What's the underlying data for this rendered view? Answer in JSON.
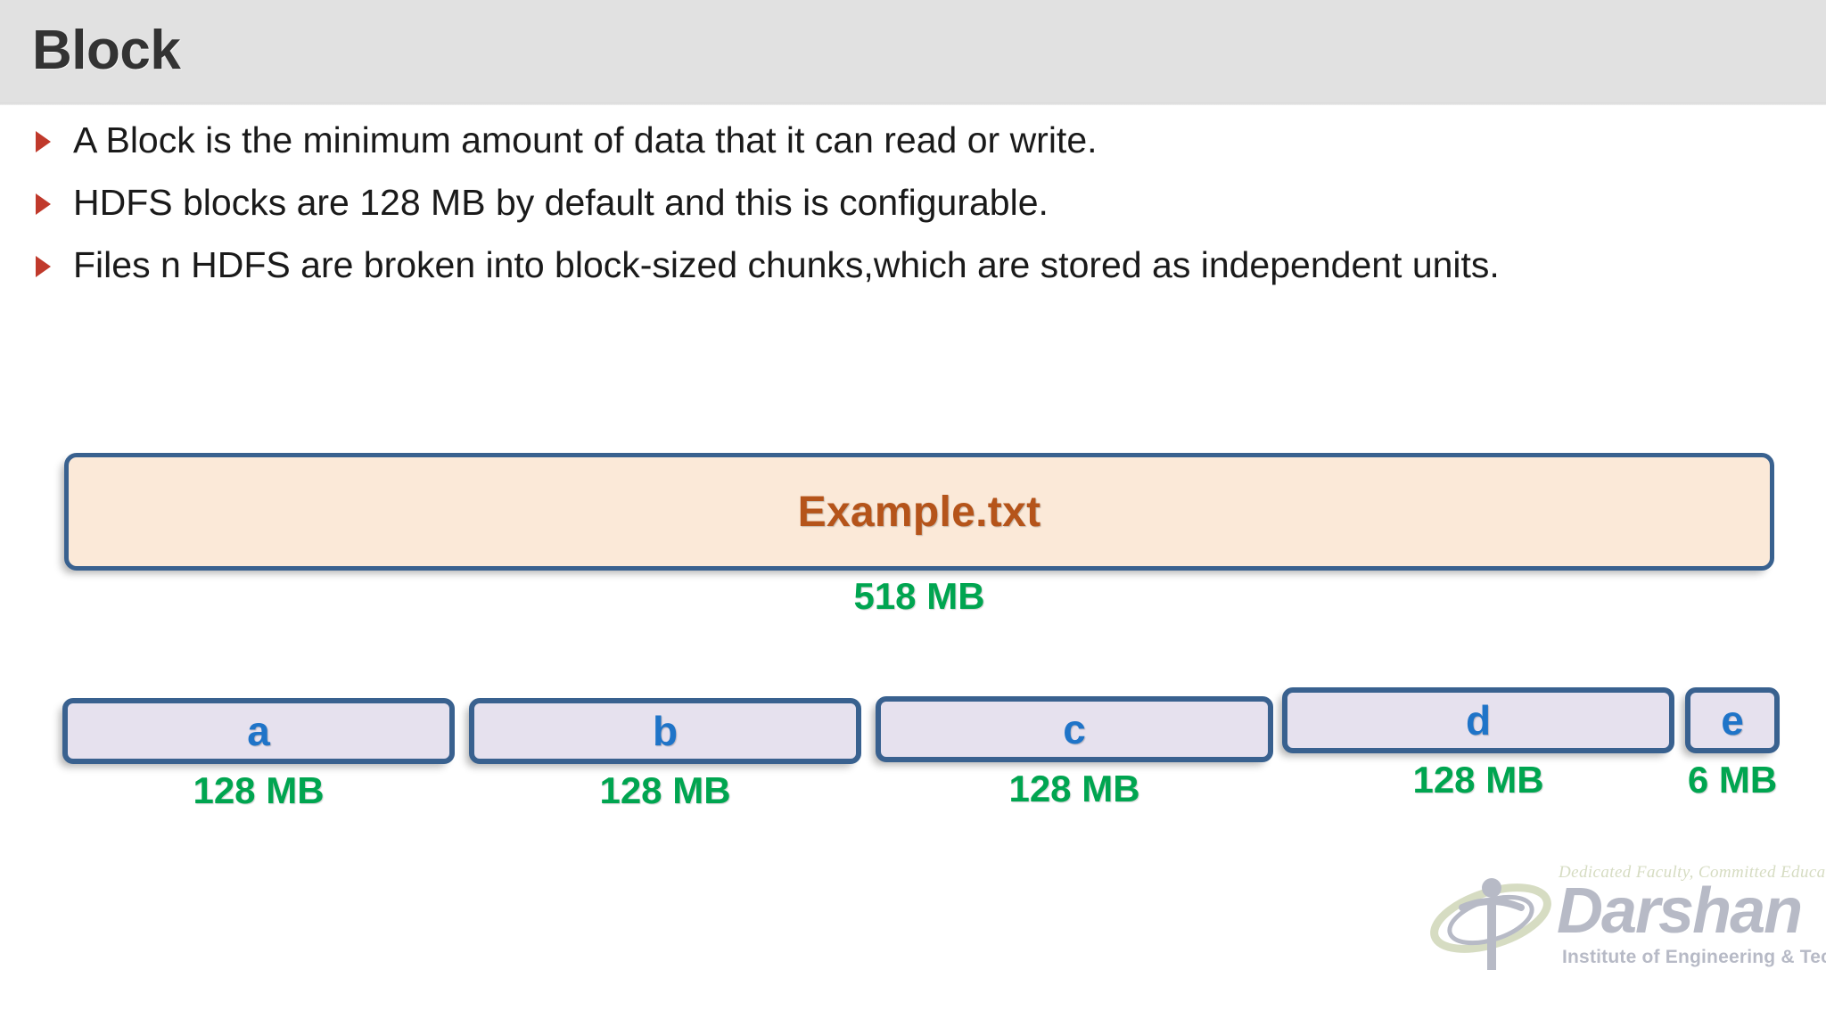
{
  "header": {
    "title": "Block"
  },
  "bullets": [
    {
      "marker": "triangle-right-icon",
      "text": "A Block is the minimum amount of data that it can read or write.",
      "justify": false
    },
    {
      "marker": "triangle-right-icon",
      "text": "HDFS blocks are 128 MB by default and this is configurable.",
      "justify": false
    },
    {
      "marker": "triangle-right-icon",
      "text": "Files n HDFS are broken into block-sized chunks,which are stored as independent units.",
      "justify": true
    }
  ],
  "diagram": {
    "file": {
      "name": "Example.txt",
      "size": "518 MB"
    },
    "chunks": [
      {
        "letter": "a",
        "size": "128 MB"
      },
      {
        "letter": "b",
        "size": "128 MB"
      },
      {
        "letter": "c",
        "size": "128 MB"
      },
      {
        "letter": "d",
        "size": "128 MB"
      },
      {
        "letter": "e",
        "size": "6 MB"
      }
    ]
  },
  "logo": {
    "tagline": "Dedicated Faculty, Committed Education",
    "word": "Darshan",
    "subtitle": "Institute of Engineering & Technology"
  },
  "colors": {
    "header_bg": "#e1e1e1",
    "title": "#333333",
    "bullet_marker": "#c0392b",
    "box_border": "#39618f",
    "file_fill": "#fbe9d8",
    "file_label": "#b5541a",
    "chunk_fill": "#e6e1ee",
    "chunk_letter": "#1f74c8",
    "size_green": "#00a550",
    "logo_gray": "#b7bac6",
    "logo_olive": "#d6dcc2"
  }
}
